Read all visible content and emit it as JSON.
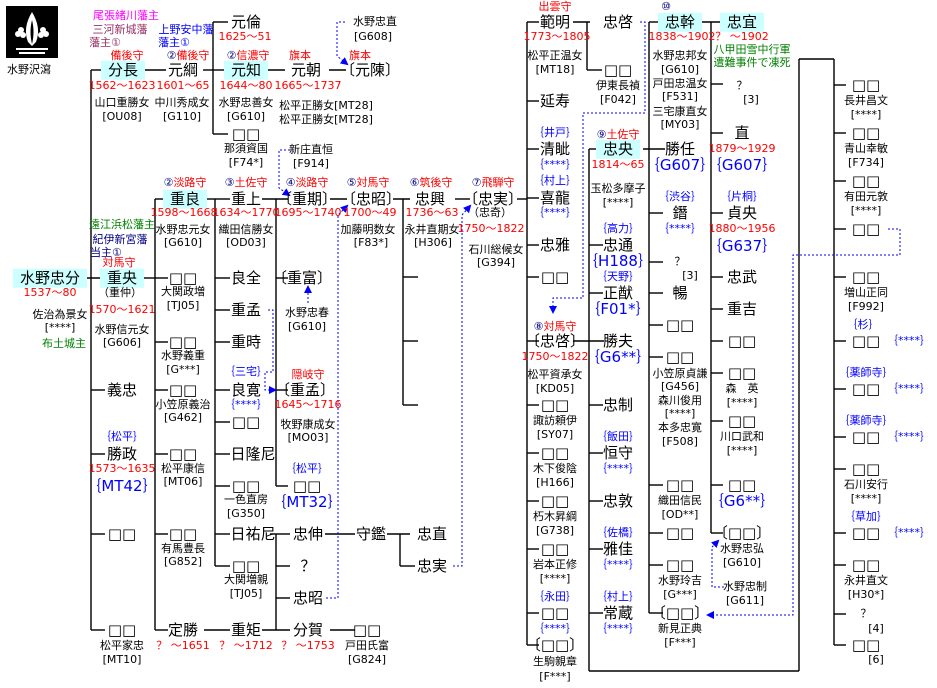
{
  "labels": {
    "t1": "尾張緒川藩主",
    "t2": "三河新城藩",
    "t3": "藩主①",
    "t4": "上野安中藩",
    "t5": "藩主①",
    "logo": "水野沢瀉",
    "a1": "備後守",
    "a2": "分長",
    "a3": "1562～1623",
    "a4": "山口重勝女",
    "a5": "[OU08]",
    "b1": "②備後守",
    "b2": "元綱",
    "b3": "1601～65",
    "b4": "中川秀成女",
    "b5": "[G110]",
    "c1": "元倫",
    "c2": "1625～51",
    "d1": "②信濃守",
    "d2": "元知",
    "d3": "1644～80",
    "d4": "水野忠善女",
    "d5": "[G610]",
    "e1": "□□",
    "e2": "那須資国",
    "e3": "[F74*]",
    "f1": "旗本",
    "f2": "元朝",
    "f3": "1665～1737",
    "f4": "松平正勝女[MT28]",
    "f5": "松平正勝女[MT28]",
    "g1": "水野忠直",
    "g2": "[G608]",
    "g3": "旗本",
    "g4": "〔元陳〕",
    "g5": "新庄直恒",
    "g6": "[F914]",
    "h1": "②淡路守",
    "h2": "重良",
    "h3": "1598～1668",
    "h4": "水野忠元女",
    "h5": "[G610]",
    "i1": "③土佐守",
    "i2": "重上",
    "i3": "1634～1770",
    "i4": "織田信勝女",
    "i5": "[OD03]",
    "j1": "④淡路守",
    "j2": "〔重期〕",
    "j3": "1695～1740",
    "k1": "⑤対馬守",
    "k2": "〔忠昭〕",
    "k3": "1700～49",
    "k4": "加藤明数女",
    "k5": "[F83*]",
    "l1": "⑥筑後守",
    "l2": "忠興",
    "l3": "1736～63",
    "l4": "永井直期女",
    "l5": "[H306]",
    "o1": "⑦飛騨守",
    "o2": "〔忠実〕",
    "o3": "（忠奇）",
    "o4": "1750～1822",
    "o5": "石川総候女",
    "o6": "[G394]",
    "q1": "遠江浜松藩主",
    "q2": "紀伊新宮藩",
    "q3": "当主①",
    "q4": "対馬守",
    "r1": "水野忠分",
    "r2": "1537～80",
    "r3": "佐治為景女",
    "r4": "[****]",
    "r5": "布土城主",
    "s1": "重央",
    "s2": "（重仲）",
    "s3": "1570～1621",
    "s4": "水野信元女",
    "s5": "[G606]",
    "u1": "□□",
    "u2": "大関政増",
    "u3": "[TJ05]",
    "u4": "良全",
    "u5": "〔重富〕",
    "u6": "水野忠春",
    "u7": "[G610]",
    "u8": "重孟",
    "u9": "重時",
    "v1": "□□",
    "v2": "水野義重",
    "v3": "[G***]",
    "v4": "｛三宅｝",
    "v5": "良寛",
    "v6": "｛****｝",
    "v7": "隠岐守",
    "v8": "〔重孟〕",
    "v9": "1645～1716",
    "v10": "牧野康成女",
    "v11": "[MO03]",
    "w1": "義忠",
    "w2": "□□",
    "w3": "小笠原義治",
    "w4": "[G462]",
    "w5": "□□",
    "x1": "｛松平｝",
    "x2": "勝政",
    "x3": "1573～1635",
    "x4": "｛MT42｝",
    "x5": "□□",
    "x6": "松平康信",
    "x7": "[MT06]",
    "x8": "日隆尼",
    "x9": "｛松平｝",
    "x10": "□□",
    "x11": "｛MT32｝",
    "y1": "□□",
    "y2": "一色直房",
    "y3": "[G350]",
    "y4": "□□",
    "y5": "□□",
    "y6": "有馬豊長",
    "y7": "[G852]",
    "y8": "日祐尼",
    "y9": "忠伸",
    "y10": "守鑑",
    "y11": "忠直",
    "z1": "□□",
    "z2": "大関増親",
    "z3": "[TJ05]",
    "z4": "？",
    "z5": "忠実",
    "z6": "忠昭",
    "z7": "□□",
    "z8": "松平家忠",
    "z9": "[MT10]",
    "z10": "定勝",
    "z11": "？ ～1651",
    "z12": "重矩",
    "z13": "？ ～1712",
    "z14": "分賀",
    "z15": "？ ～1753",
    "z16": "□□",
    "z17": "戸田氏富",
    "z18": "[G824]",
    "A1": "出雲守",
    "A2": "範明",
    "A3": "1773～1805",
    "A4": "松平正温女",
    "A5": "[MT18]",
    "A6": "忠啓",
    "A7": "□□",
    "A8": "伊東長禎",
    "A9": "[F042]",
    "A10": "延寿",
    "A11": "｛井戸｝",
    "A12": "清眦",
    "A13": "｛****｝",
    "A14": "｛村上｝",
    "A15": "喜龍",
    "A16": "｛****｝",
    "A17": "⑨土佐守",
    "A18": "忠央",
    "A19": "1814～65",
    "A20": "玉松多摩子",
    "A21": "[****]",
    "A22": "忠雅",
    "A23": "□□",
    "A24": "｛高力｝",
    "A25": "忠通",
    "A26": "｛H188｝",
    "A27": "｛天野｝",
    "A28": "正猷",
    "A29": "｛F01*｝",
    "A30": "⑧対馬守",
    "A31": "〔忠啓〕",
    "A32": "1750～1822",
    "A33": "松平資承女",
    "A34": "[KD05]",
    "A35": "勝夫",
    "A36": "｛G6**｝",
    "A37": "□□",
    "A38": "諏訪頼伊",
    "A39": "[SY07]",
    "A40": "忠制",
    "A41": "｛飯田｝",
    "A42": "恒守",
    "A43": "｛****｝",
    "A44": "□□",
    "A45": "木下俊陰",
    "A46": "[H166]",
    "A47": "□□",
    "A48": "朽木昇綱",
    "A49": "[G738]",
    "A50": "忠敦",
    "A51": "｛佐橋｝",
    "A52": "雅佳",
    "A53": "｛****｝",
    "A54": "□□",
    "A55": "岩本正修",
    "A56": "[****]",
    "A57": "｛永田｝",
    "A58": "□□",
    "A59": "｛****｝",
    "A60": "〔□□〕",
    "A61": "生駒親章",
    "A62": "[F***]",
    "A63": "｛村上｝",
    "A64": "常蔵",
    "A65": "｛****｝",
    "C1": "⑩",
    "C2": "忠幹",
    "C3": "1838～1902",
    "C4": "水野忠邦女",
    "C5": "[G610]",
    "C6": "戸田忠温女",
    "C7": "[F531]",
    "C8": "三宅康直女",
    "C9": "[MY03]",
    "C10": "勝任",
    "C11": "｛G607｝",
    "C12": "｛渋谷｝",
    "C13": "鐕",
    "C14": "｛****｝",
    "C15": "？",
    "C16": "[3]",
    "C17": "暢",
    "C18": "□□",
    "C19": "□□",
    "C20": "小笠原貞謙",
    "C21": "[G456]",
    "C22": "森川俊用",
    "C23": "[****]",
    "C24": "本多忠寛",
    "C25": "[F508]",
    "C26": "□□",
    "C27": "織田信民",
    "C28": "[OD**]",
    "C29": "□□",
    "C30": "□□",
    "C31": "水野玲吉",
    "C32": "[G***]",
    "C33": "〔□□〕",
    "C34": "新見正典",
    "C35": "[F***]",
    "D1": "忠宜",
    "D2": "？ ～1902",
    "D3": "八甲田雪中行軍",
    "D4": "遭難事件で凍死",
    "D5": "？",
    "D6": "[3]",
    "D7": "直",
    "D8": "1879～1929",
    "D9": "｛G607｝",
    "D10": "｛片桐｝",
    "D11": "貞央",
    "D12": "1880～1956",
    "D13": "｛G637｝",
    "D14": "忠武",
    "D15": "重吉",
    "D16": "□□",
    "D17": "□□",
    "D18": "森　英",
    "D19": "[****]",
    "D20": "□□",
    "D21": "川口武和",
    "D22": "[****]",
    "D23": "□□",
    "D24": "｛G6**｝",
    "D25": "〔□□〕",
    "D26": "水野忠弘",
    "D27": "[G610]",
    "D28": "水野忠制",
    "D29": "[G611]",
    "E1": "□□",
    "E2": "長井昌文",
    "E3": "[****]",
    "E4": "□□",
    "E5": "青山幸敏",
    "E6": "[F734]",
    "E7": "□□",
    "E8": "有田元敦",
    "E9": "[****]",
    "E10": "□□",
    "E11": "□□",
    "E12": "増山正同",
    "E13": "[F992]",
    "E14": "｛杉｝",
    "E15": "□□",
    "E16": "｛****｝",
    "E17": "｛薬師寺｝",
    "E18": "□□",
    "E19": "｛****｝",
    "E20": "｛薬師寺｝",
    "E21": "□□",
    "E22": "｛****｝",
    "E23": "□□",
    "E24": "石川安行",
    "E25": "[****]",
    "E26": "｛草加｝",
    "E27": "□□",
    "E28": "｛****｝",
    "E29": "□□",
    "E30": "永井直文",
    "E31": "[H30*]",
    "E32": "？",
    "E33": "[4]",
    "E34": "□□",
    "E35": "[6]"
  },
  "colors": {
    "highlight": "#ccffff",
    "title": "#ff0000",
    "family": "#0000ff",
    "note": "#008000",
    "connector": "#000000",
    "adoption": "#0000ff"
  }
}
